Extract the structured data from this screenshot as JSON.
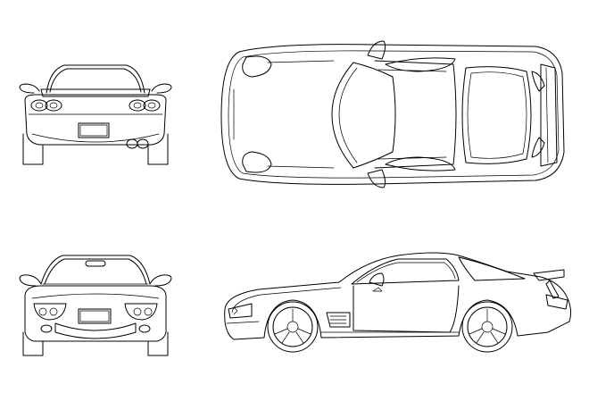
{
  "drawing": {
    "views": [
      {
        "id": "rear",
        "icon": "car-rear-view-icon"
      },
      {
        "id": "top",
        "icon": "car-top-view-icon"
      },
      {
        "id": "front",
        "icon": "car-front-view-icon"
      },
      {
        "id": "side",
        "icon": "car-side-view-icon"
      }
    ],
    "line_color": "#000000",
    "background": "#ffffff"
  }
}
